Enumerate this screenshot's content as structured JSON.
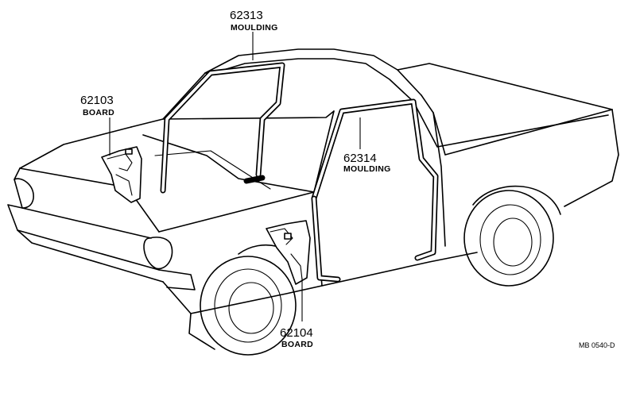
{
  "diagram": {
    "callouts": [
      {
        "part_no": "62313",
        "name": "MOULDING"
      },
      {
        "part_no": "62103",
        "name": "BOARD"
      },
      {
        "part_no": "62314",
        "name": "MOULDING"
      },
      {
        "part_no": "62104",
        "name": "BOARD"
      }
    ],
    "reference": "MB 0540-D"
  }
}
